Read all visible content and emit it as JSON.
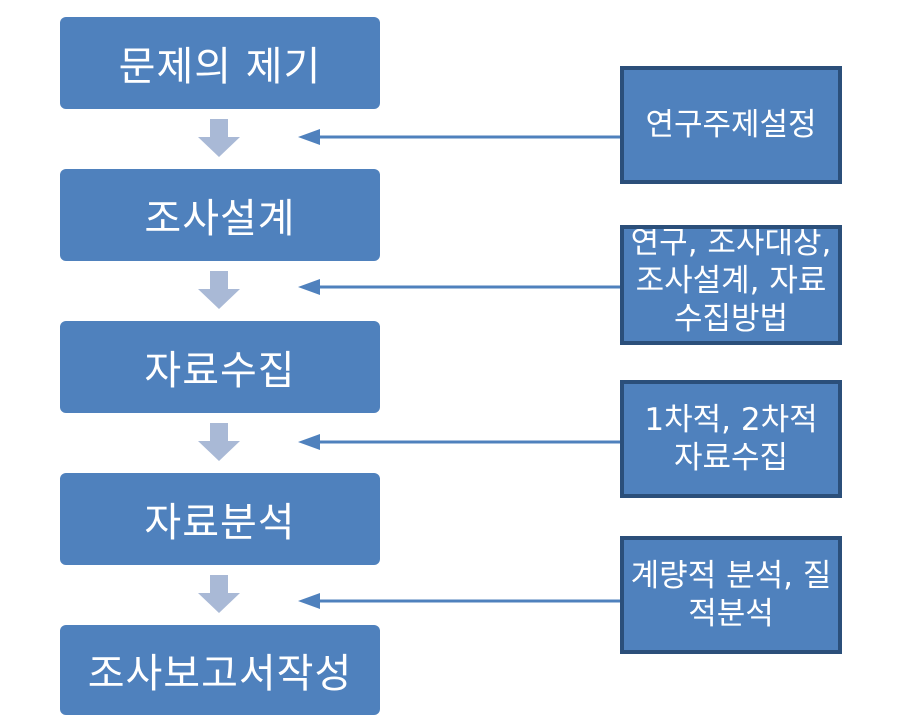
{
  "steps": [
    {
      "label": "문제의 제기"
    },
    {
      "label": "조사설계"
    },
    {
      "label": "자료수집"
    },
    {
      "label": "자료분석"
    },
    {
      "label": "조사보고서작성"
    }
  ],
  "notes": [
    {
      "label": "연구주제설정"
    },
    {
      "label": "연구, 조사대상, 조사설계, 자료수집방법"
    },
    {
      "label": "1차적, 2차적 자료수집"
    },
    {
      "label": "계량적 분석, 질적분석"
    }
  ],
  "colors": {
    "box_fill": "#4f81bd",
    "box_border": "#2b4f7a",
    "down_arrow": "#a9b9d6",
    "connector": "#4f81bd"
  }
}
